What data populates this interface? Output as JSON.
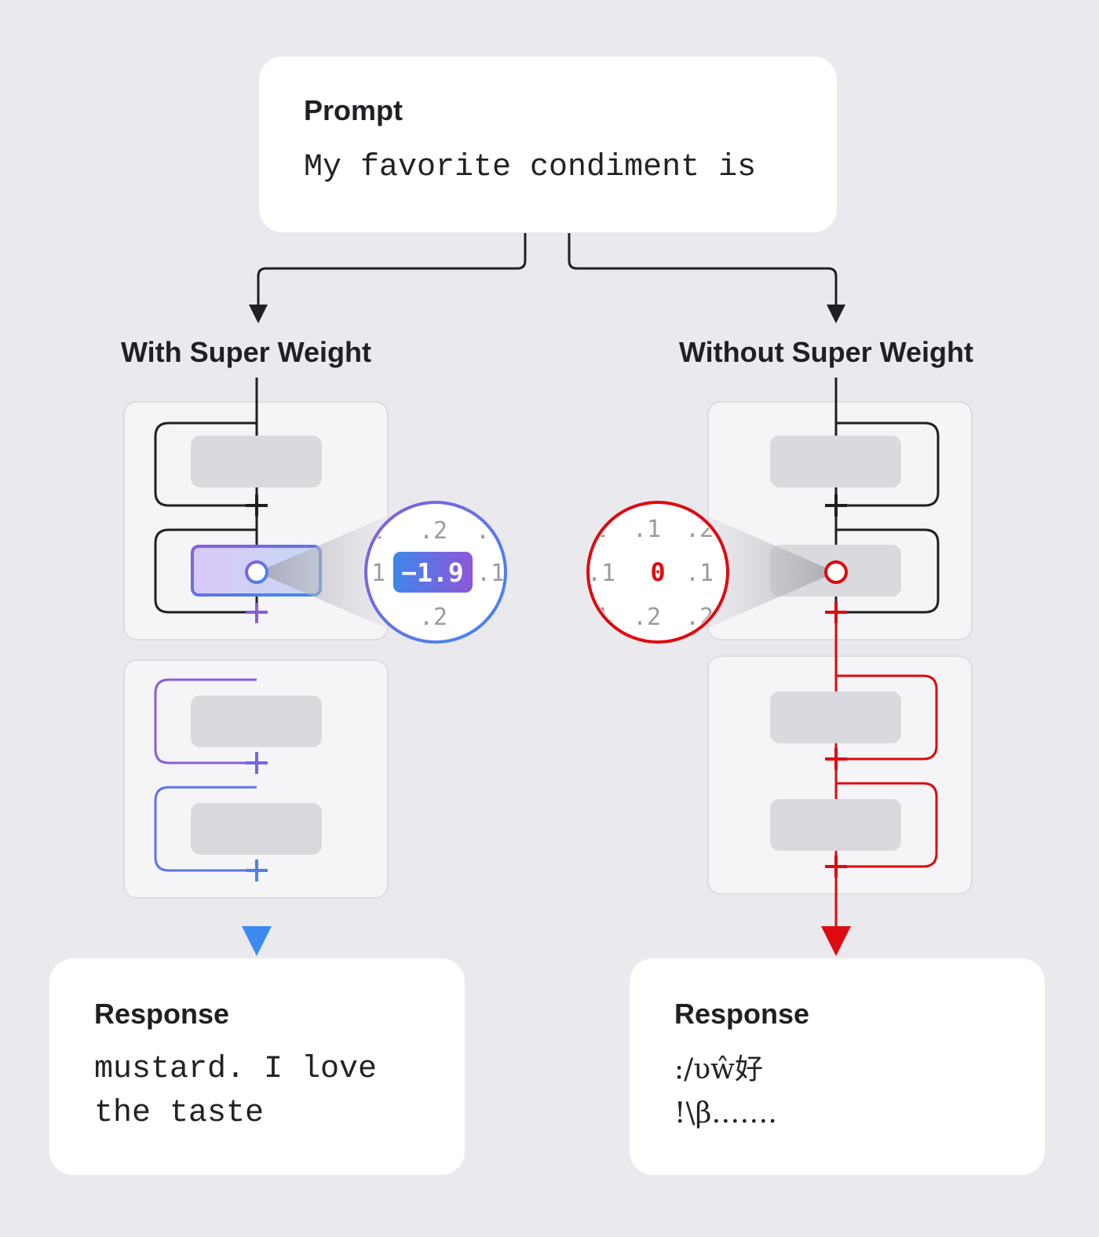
{
  "prompt": {
    "title": "Prompt",
    "text": "My favorite condiment is"
  },
  "branches": {
    "with": {
      "label": "With Super Weight",
      "zoom": {
        "values": [
          "1",
          "−1.9",
          ".1",
          ".1",
          ".2",
          "2",
          ".",
          "1"
        ]
      },
      "response": {
        "title": "Response",
        "line1": "mustard. I love",
        "line2": "the taste"
      }
    },
    "without": {
      "label": "Without Super Weight",
      "zoom": {
        "values": [
          ".1",
          "0",
          ".1",
          ".1",
          ".2",
          "2",
          ".2",
          "1"
        ]
      },
      "response": {
        "title": "Response",
        "line1": ":/υŵ好",
        "line2": "!\\β……."
      }
    }
  },
  "colors": {
    "background": "#e9e9ee",
    "purple": "#8a5cdc",
    "blue": "#3d8aee",
    "red": "#dd0b10",
    "dark": "#1f1f24",
    "block": "#d9d9de"
  }
}
